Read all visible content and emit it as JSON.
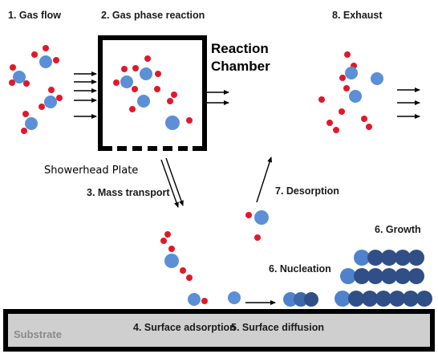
{
  "labels": {
    "gas_flow": "1. Gas flow",
    "gas_phase_reaction": "2. Gas phase reaction",
    "reaction_line1": "Reaction",
    "reaction_line2": "Chamber",
    "exhaust": "8. Exhaust",
    "showerhead": "Showerhead Plate",
    "mass_transport": "3. Mass transport",
    "desorption": "7. Desorption",
    "growth": "6. Growth",
    "nucleation": "6. Nucleation",
    "substrate": "Substrate",
    "surface_adsorption": "4. Surface adsorption",
    "surface_diffusion": "5. Surface diffusion"
  },
  "colors": {
    "precursor_blue": "#5b8fd6",
    "ligand_red": "#e0192a",
    "film_atom_dark": "#2f4f86",
    "film_atom_light": "#4f82cc",
    "substrate_fill": "#cfcfcf",
    "outline": "#000000"
  },
  "icons": {
    "precursor_molecule": "blue-sphere-with-red-ligands-icon",
    "flow_arrow": "arrow-right-icon",
    "film_atom": "blue-sphere-icon"
  }
}
